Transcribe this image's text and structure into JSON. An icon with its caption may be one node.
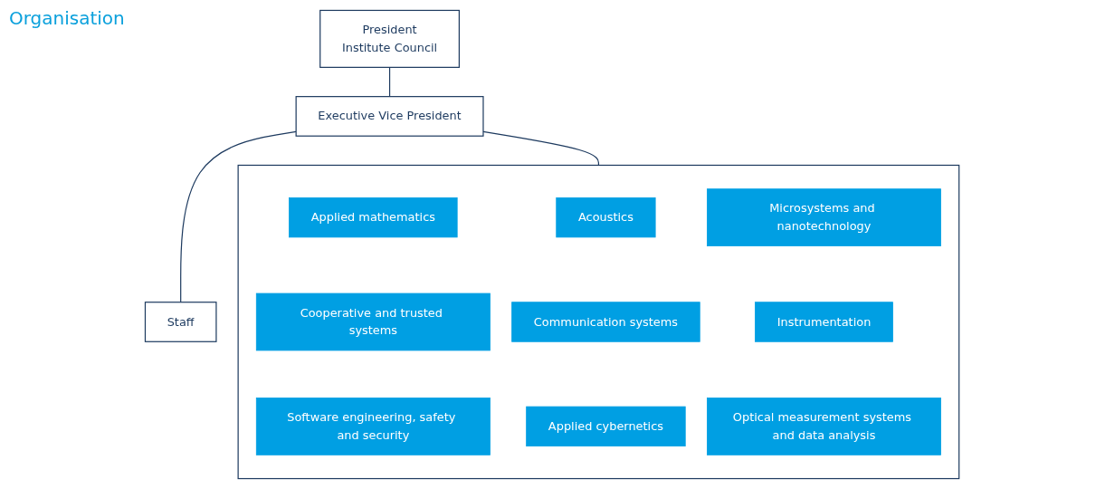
{
  "diagram": {
    "title": "Organisation",
    "nodes": [
      {
        "text": [
          "President",
          "Institute Council"
        ]
      },
      {
        "text": [
          "Executive Vice President"
        ]
      },
      {
        "text": [
          "Staff"
        ]
      },
      {
        "text": [],
        "shape": "box"
      },
      {
        "text": [
          "Applied mathematics"
        ],
        "in": 3
      },
      {
        "text": [
          "Acoustics"
        ],
        "in": 3
      },
      {
        "text": [
          "Microsystems and nanotechnology"
        ],
        "in": 3
      },
      {
        "text": [
          "Cooperative and trusted systems"
        ],
        "in": 3
      },
      {
        "text": [
          "Communication systems"
        ],
        "in": 3
      },
      {
        "text": [
          "Instrumentation"
        ],
        "in": 3
      },
      {
        "text": [
          "Software engineering, safety and security"
        ],
        "in": 3
      },
      {
        "text": [
          "Applied cybernetics"
        ],
        "in": 3
      },
      {
        "text": [
          "Optical measurement systems and data analysis"
        ],
        "in": 3
      }
    ],
    "edges": [
      {
        "from": 0,
        "to": 1,
        "arrow": "none"
      },
      {
        "from": 1,
        "to": 2,
        "arrow": "none"
      },
      {
        "from": 1,
        "to": 3,
        "arrow": "none"
      }
    ]
  }
}
